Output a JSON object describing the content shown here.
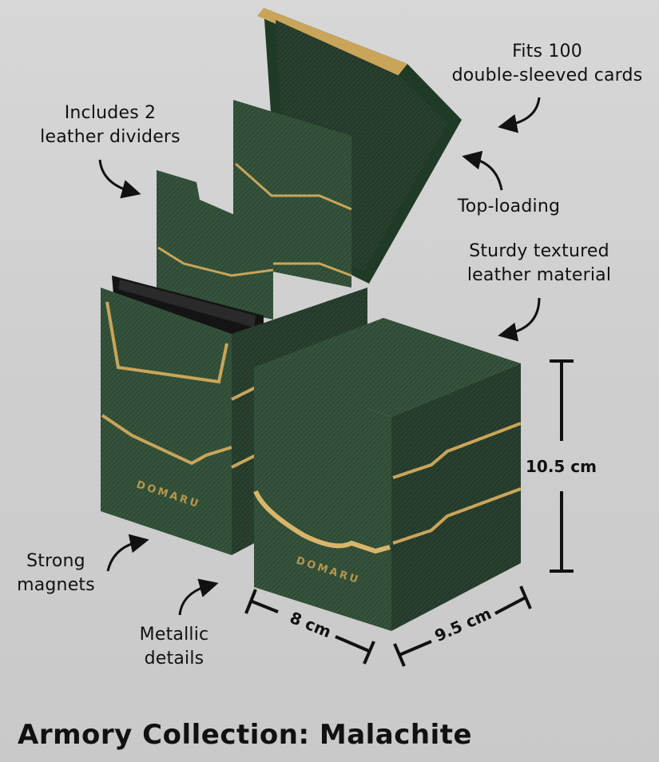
{
  "title": "Armory Collection: Malachite",
  "callouts": {
    "fits": [
      "Fits 100",
      "double-sleeved cards"
    ],
    "dividers": [
      "Includes 2",
      "leather dividers"
    ],
    "top_loading": "Top-loading",
    "material": [
      "Sturdy textured",
      "leather material"
    ],
    "magnets": [
      "Strong",
      "magnets"
    ],
    "metallic": [
      "Metallic",
      "details"
    ]
  },
  "dimensions": {
    "height": "10.5 cm",
    "width": "8 cm",
    "depth": "9.5 cm"
  },
  "brand_text": "DOMARU",
  "colors": {
    "leather_green": "#2f4b35",
    "leather_dark": "#1f3424",
    "gold": "#c9a55a",
    "card_black": "#141414"
  }
}
